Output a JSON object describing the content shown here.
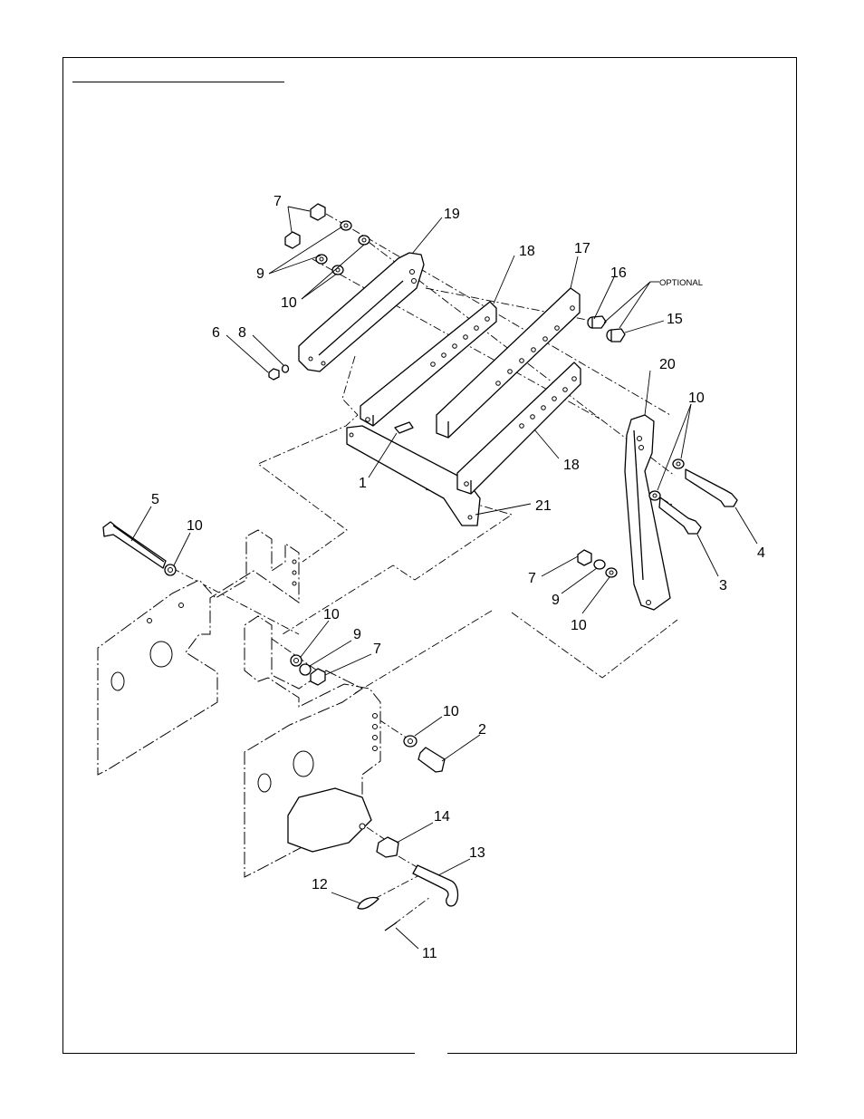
{
  "figure": {
    "callouts": [
      {
        "id": "c1",
        "text": "1"
      },
      {
        "id": "c2",
        "text": "2"
      },
      {
        "id": "c3",
        "text": "3"
      },
      {
        "id": "c4",
        "text": "4"
      },
      {
        "id": "c5",
        "text": "5"
      },
      {
        "id": "c6",
        "text": "6"
      },
      {
        "id": "c7a",
        "text": "7"
      },
      {
        "id": "c7b",
        "text": "7"
      },
      {
        "id": "c7c",
        "text": "7"
      },
      {
        "id": "c8",
        "text": "8"
      },
      {
        "id": "c9a",
        "text": "9"
      },
      {
        "id": "c9b",
        "text": "9"
      },
      {
        "id": "c9c",
        "text": "9"
      },
      {
        "id": "c10a",
        "text": "10"
      },
      {
        "id": "c10b",
        "text": "10"
      },
      {
        "id": "c10c",
        "text": "10"
      },
      {
        "id": "c10d",
        "text": "10"
      },
      {
        "id": "c10e",
        "text": "10"
      },
      {
        "id": "c10f",
        "text": "10"
      },
      {
        "id": "c11",
        "text": "11"
      },
      {
        "id": "c12",
        "text": "12"
      },
      {
        "id": "c13",
        "text": "13"
      },
      {
        "id": "c14",
        "text": "14"
      },
      {
        "id": "c15",
        "text": "15"
      },
      {
        "id": "c16",
        "text": "16"
      },
      {
        "id": "c17",
        "text": "17"
      },
      {
        "id": "c18a",
        "text": "18"
      },
      {
        "id": "c18b",
        "text": "18"
      },
      {
        "id": "c19",
        "text": "19"
      },
      {
        "id": "c20",
        "text": "20"
      },
      {
        "id": "c21",
        "text": "21"
      }
    ],
    "optional_note": "OPTIONAL"
  }
}
